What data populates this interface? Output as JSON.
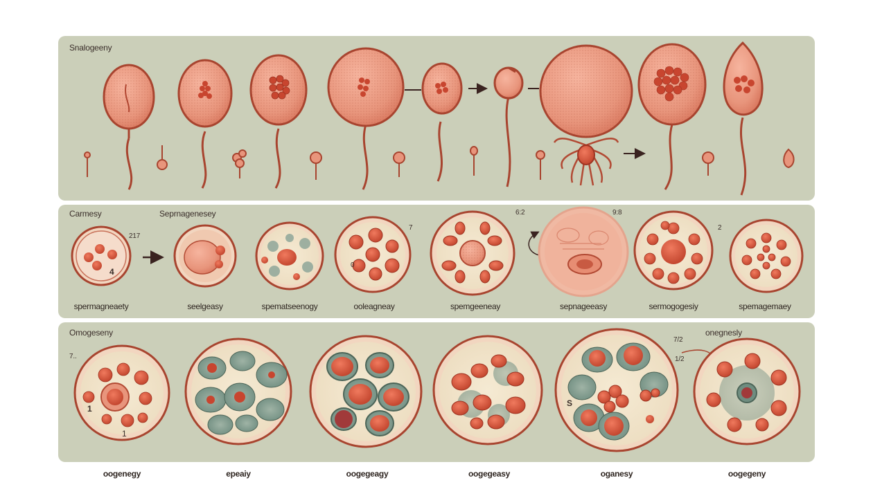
{
  "top": {
    "title": "Snalogeeny"
  },
  "middle": {
    "title_left": "Carmesy",
    "title_right": "Seprnagenesey",
    "annotations": [
      "217",
      "4",
      "7",
      "6:2",
      "9:8",
      "2"
    ],
    "inner_label": "0",
    "captions": [
      "spermagneaety",
      "seelgeasy",
      "spematseenogy",
      "ooleagneay",
      "spemgeeneay",
      "sepnageeasy",
      "sermogogesiy",
      "spemagemaey"
    ]
  },
  "bottom": {
    "title": "Omogeseny",
    "right_title": "onegnesly",
    "annotations": [
      "7..",
      "1",
      "1",
      "S",
      "7/2",
      "1/2"
    ],
    "captions": [
      "oogenegy",
      "epeaiy",
      "oogegeagy",
      "oogegeasy",
      "oganesy",
      "oogegeny"
    ]
  },
  "colors": {
    "panel": "#cbcfb9",
    "cell_fill": "#e8957c",
    "cell_outline": "#a8442f",
    "nucleus": "#d9573f",
    "membrane": "#f2d6c0",
    "cytoplasm": "#efe6cc",
    "stipple": "#8fa79a"
  }
}
